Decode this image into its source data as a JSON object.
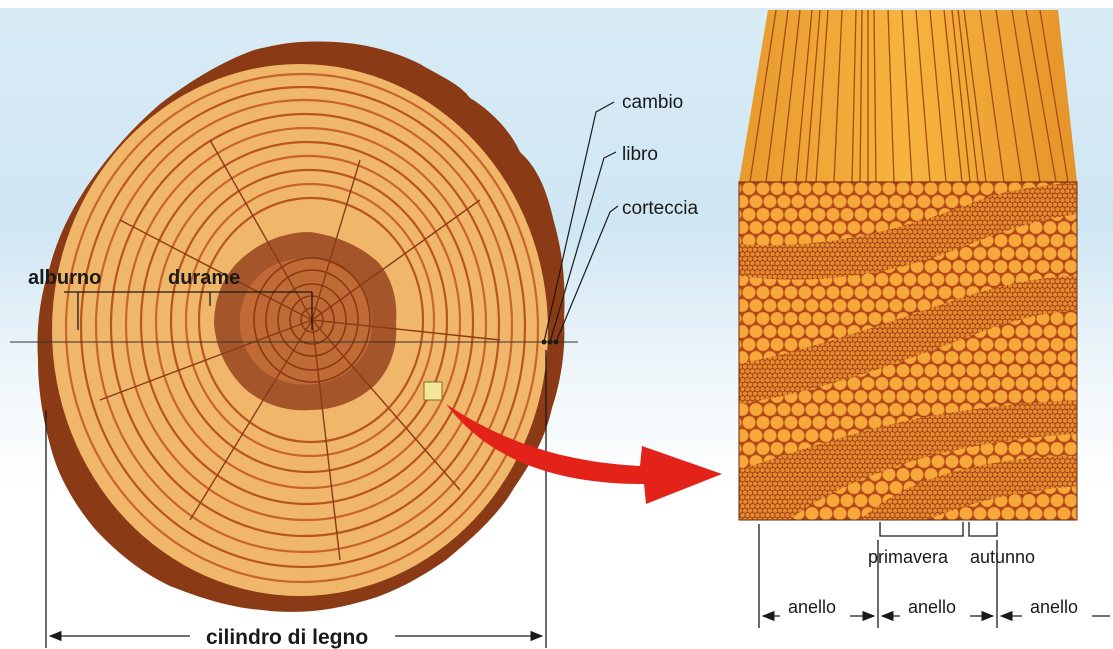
{
  "labels": {
    "cambio": "cambio",
    "libro": "libro",
    "corteccia": "corteccia",
    "alburno": "alburno",
    "durame": "durame",
    "cilindro": "cilindro di legno",
    "primavera": "primavera",
    "autunno": "autunno",
    "anello_1": "anello",
    "anello_2": "anello",
    "anello_3": "anello"
  },
  "colors": {
    "sky": "#cfe6f2",
    "bark": "#8a3a14",
    "sapwood": "#f0b66a",
    "heartwood": "#a4552a",
    "latewood": "#b44a1e",
    "earlywood": "#f6a93a",
    "arrow": "#e32219"
  }
}
